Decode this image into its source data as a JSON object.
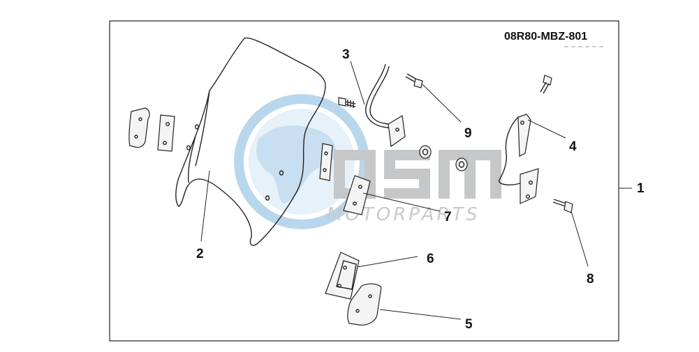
{
  "diagram": {
    "part_code": "08R80-MBZ-801",
    "watermark": {
      "brand": "OSM",
      "tagline": "MOTORPARTS"
    },
    "callouts": [
      {
        "id": "1",
        "label": "1"
      },
      {
        "id": "2",
        "label": "2"
      },
      {
        "id": "3",
        "label": "3"
      },
      {
        "id": "4",
        "label": "4"
      },
      {
        "id": "5",
        "label": "5"
      },
      {
        "id": "6",
        "label": "6"
      },
      {
        "id": "7",
        "label": "7"
      },
      {
        "id": "8",
        "label": "8"
      },
      {
        "id": "9",
        "label": "9"
      }
    ],
    "colors": {
      "line": "#222222",
      "watermark_globe": "#b9d7ec",
      "watermark_text": "#c9cacb"
    }
  }
}
